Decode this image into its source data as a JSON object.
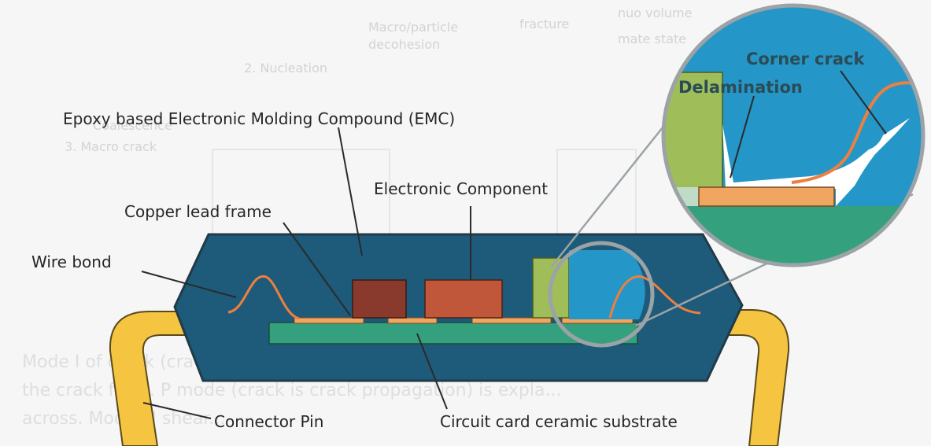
{
  "colors": {
    "package_body": "#1e5b7a",
    "package_outline": "#213a49",
    "substrate": "#35a07e",
    "lead_frame": "#f0a560",
    "component_dark": "#8a3a2c",
    "component_orange": "#c0563a",
    "green_block": "#9fbe5a",
    "wire": "#ee7f3f",
    "connector_pin": "#f5c542",
    "zoom_background": "#2596c8",
    "zoom_ring": "#9ba3a7",
    "crack": "#ffffff"
  },
  "labels": {
    "emc": "Epoxy based Electronic Molding Compound (EMC)",
    "electronic_component": "Electronic Component",
    "copper_lead_frame": "Copper lead frame",
    "wire_bond": "Wire bond",
    "connector_pin": "Connector Pin",
    "substrate": "Circuit card ceramic substrate",
    "corner_crack": "Corner crack",
    "delamination": "Delamination"
  },
  "background_text": {
    "top_left_1": "Macro/particle",
    "top_left_2": "decohesion",
    "nucleation": "2. Nucleation",
    "fracture": "fracture",
    "volume": "nuo volume",
    "state": "mate state",
    "coalescence": "Coalescence",
    "macro_crack": "3. Macro crack",
    "para_1": "Mode I of crack (crack opening) and mode II...",
    "para_2": "the crack front. P mode (crack is crack propagation) is expla...",
    "para_3": "across. Mode III shear..."
  }
}
